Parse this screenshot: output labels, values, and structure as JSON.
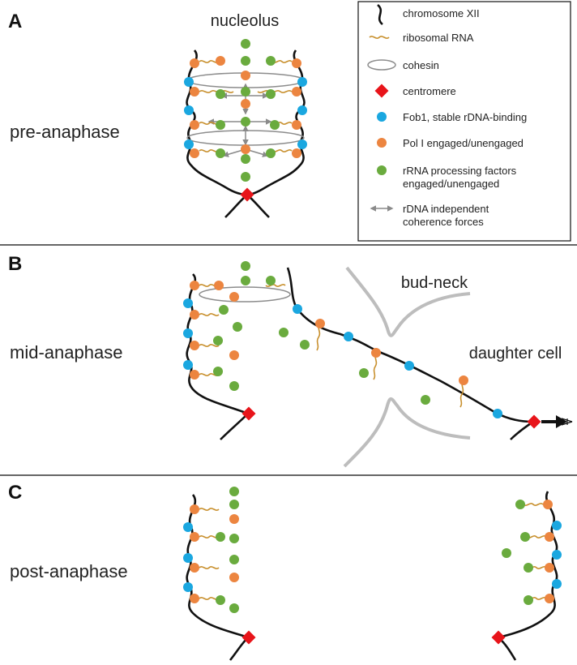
{
  "panels": [
    {
      "letter": "A",
      "stage": "pre-anaphase"
    },
    {
      "letter": "B",
      "stage": "mid-anaphase"
    },
    {
      "letter": "C",
      "stage": "post-anaphase"
    }
  ],
  "labels": {
    "nucleolus": "nucleolus",
    "bud_neck": "bud-neck",
    "daughter_cell": "daughter cell"
  },
  "legend": {
    "items": [
      {
        "icon": "chromosome-line-icon",
        "lines": [
          "chromosome XII"
        ]
      },
      {
        "icon": "rrna-squiggle-icon",
        "lines": [
          "ribosomal RNA"
        ]
      },
      {
        "icon": "cohesin-ring-icon",
        "lines": [
          "cohesin"
        ]
      },
      {
        "icon": "centromere-diamond-icon",
        "lines": [
          "centromere"
        ]
      },
      {
        "icon": "fob1-dot-icon",
        "lines": [
          "Fob1, stable rDNA-binding"
        ]
      },
      {
        "icon": "pol1-dot-icon",
        "lines": [
          "Pol I engaged/unengaged"
        ]
      },
      {
        "icon": "processing-factor-dot-icon",
        "lines": [
          "rRNA processing factors",
          "engaged/unengaged"
        ]
      },
      {
        "icon": "double-arrow-icon",
        "lines": [
          "rDNA independent",
          "coherence forces"
        ]
      }
    ]
  },
  "colors": {
    "chromosome": "#111111",
    "rrna": "#c8902e",
    "cohesin": "#8c8c8c",
    "centromere": "#e8141a",
    "fob1": "#1aa7e0",
    "pol1": "#ec8540",
    "processing_factors": "#6aab3e",
    "coherence_arrow": "#8a8a8a",
    "cell_outline": "#bdbdbd",
    "divider": "#333333"
  }
}
